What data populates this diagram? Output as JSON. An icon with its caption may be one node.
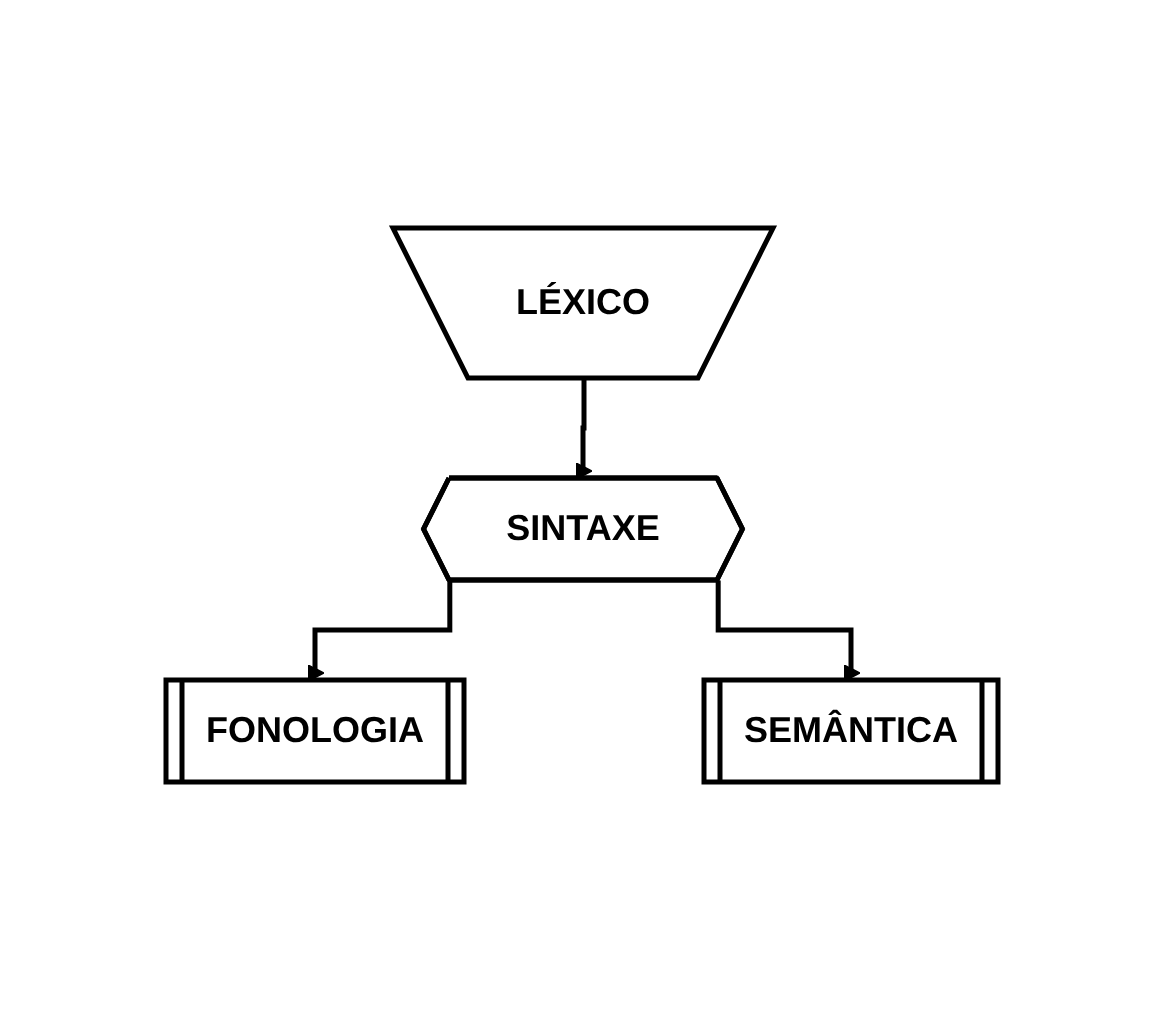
{
  "diagram": {
    "nodes": [
      {
        "text": [
          "LÉXICO"
        ]
      },
      {
        "text": [
          "SINTAXE"
        ]
      },
      {
        "text": [
          "FONOLOGIA"
        ]
      },
      {
        "text": [
          "SEMÂNTICA"
        ]
      }
    ],
    "edges": [
      {
        "from": 0,
        "to": 1,
        "arrow": "to"
      },
      {
        "from": 1,
        "to": 2,
        "arrow": "to"
      },
      {
        "from": 1,
        "to": 3,
        "arrow": "to"
      }
    ]
  }
}
